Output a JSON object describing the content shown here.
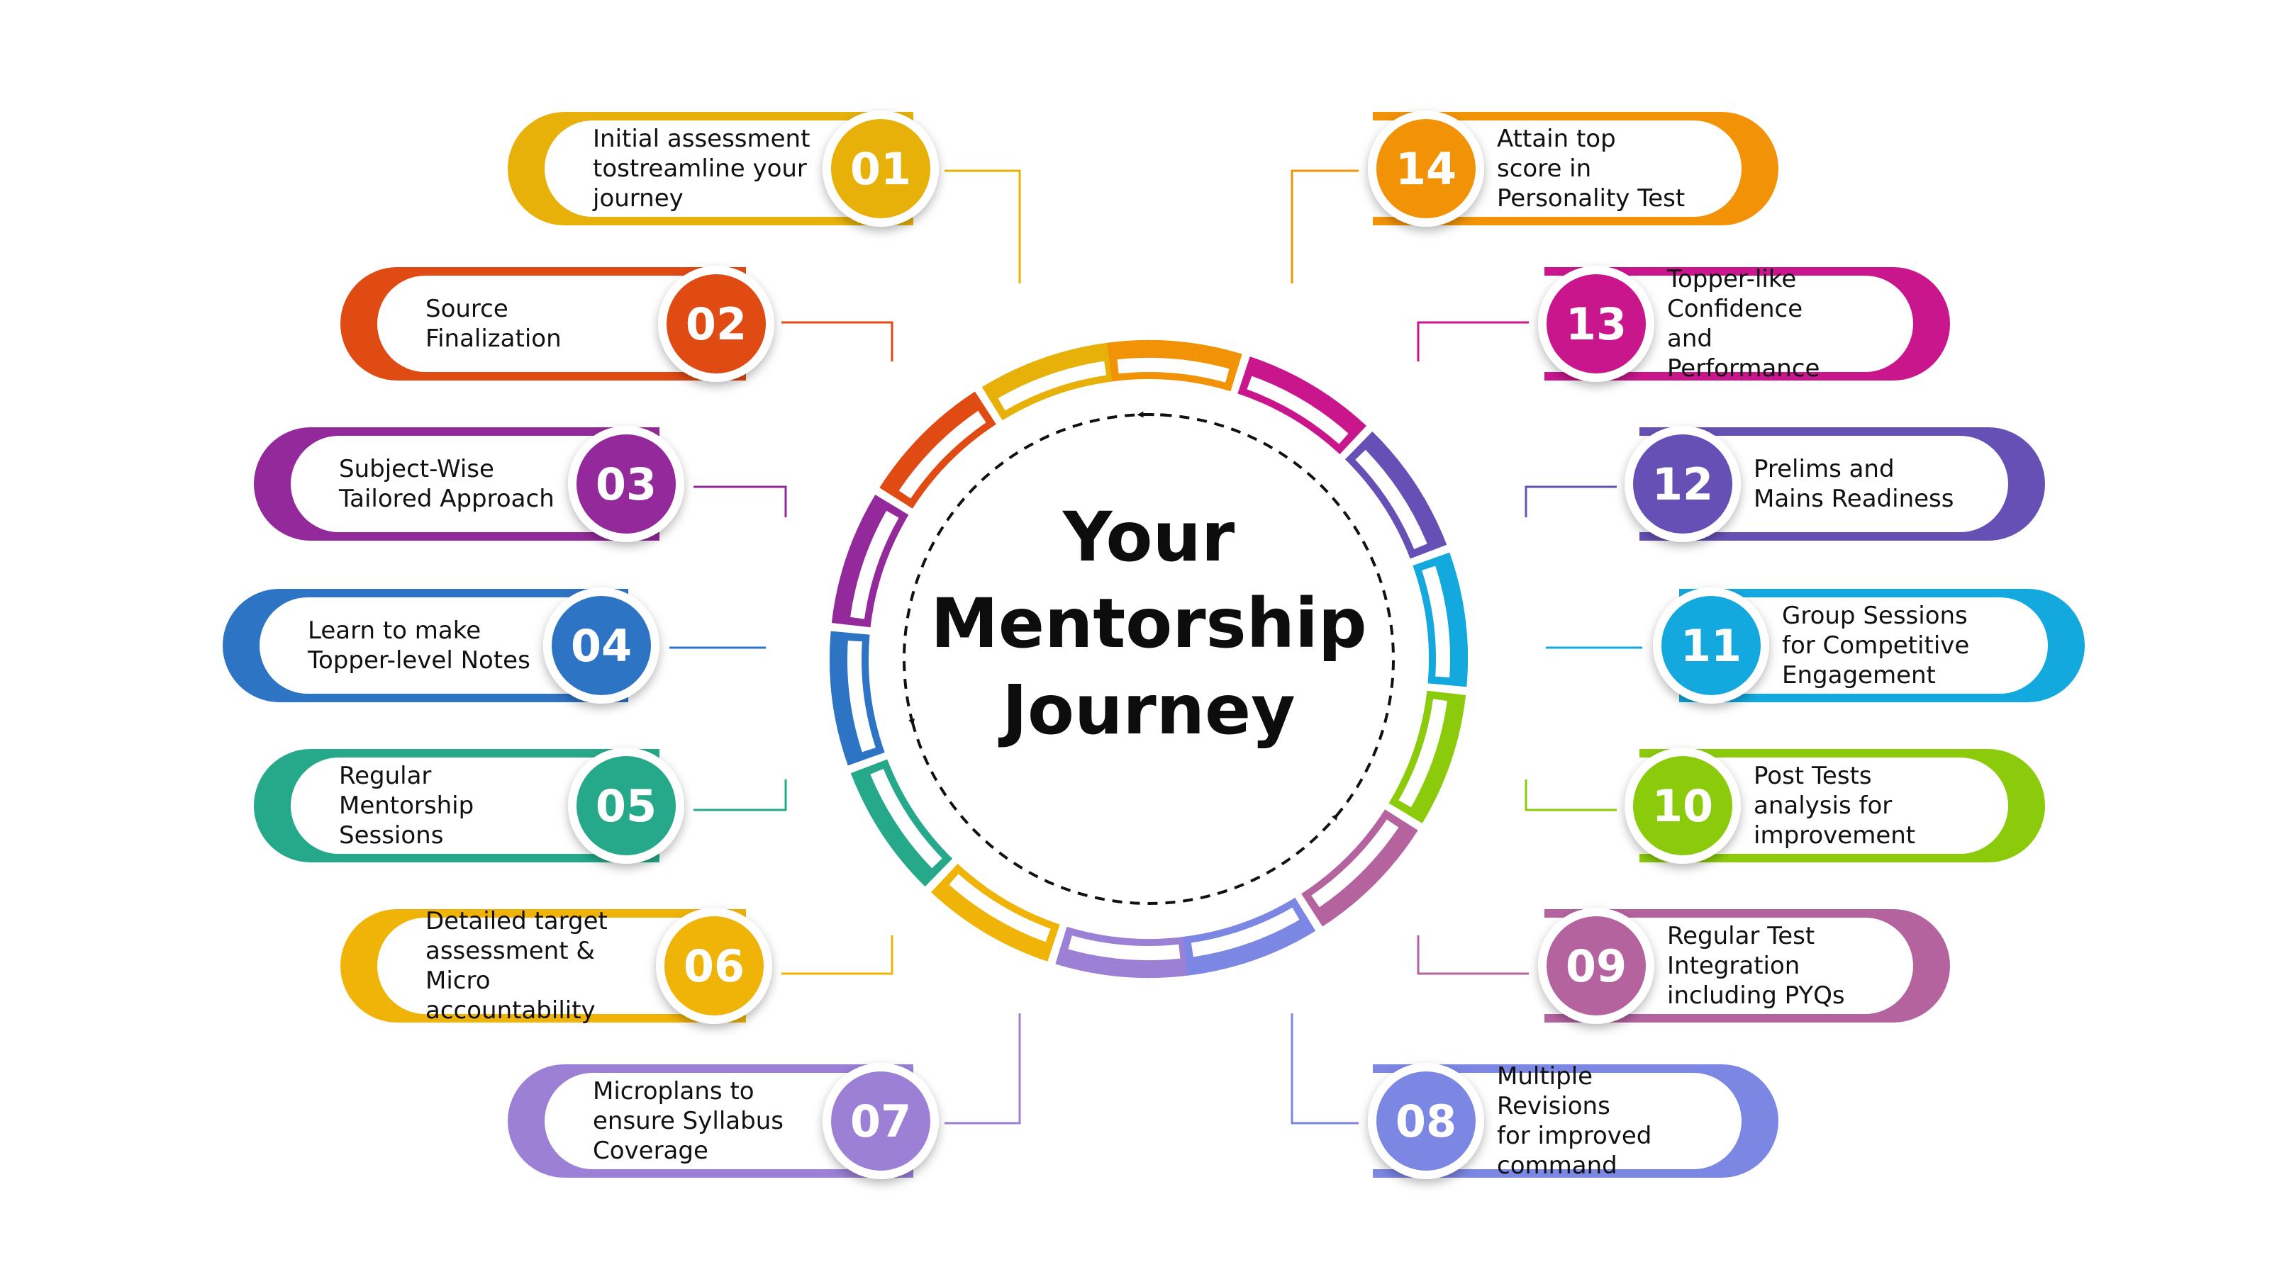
{
  "title": "Your\nMentorship\nJourney",
  "steps": [
    {
      "number": "01",
      "label": "Initial assessment\ntostreamline your\njourney",
      "color": "#E7B10A",
      "color_dark": "#D39B00",
      "side": "left"
    },
    {
      "number": "02",
      "label": "Source\nFinalization",
      "color": "#E04A13",
      "color_dark": "#C63B0A",
      "side": "left"
    },
    {
      "number": "03",
      "label": "Subject-Wise\nTailored Approach",
      "color": "#93299A",
      "color_dark": "#7C1E84",
      "side": "left"
    },
    {
      "number": "04",
      "label": "Learn to make\nTopper-level Notes",
      "color": "#2E74C4",
      "color_dark": "#2162AE",
      "side": "left"
    },
    {
      "number": "05",
      "label": "Regular\nMentorship\nSessions",
      "color": "#26A98B",
      "color_dark": "#1B8F74",
      "side": "left"
    },
    {
      "number": "06",
      "label": "Detailed target\nassessment &\nMicro accountability",
      "color": "#F0B307",
      "color_dark": "#DB9F00",
      "side": "left"
    },
    {
      "number": "07",
      "label": "Microplans to\nensure Syllabus\nCoverage",
      "color": "#9B80D6",
      "color_dark": "#8468C6",
      "side": "left"
    },
    {
      "number": "08",
      "label": "Multiple Revisions\nfor improved\ncommand",
      "color": "#7C86E3",
      "color_dark": "#6770D4",
      "side": "right"
    },
    {
      "number": "09",
      "label": "Regular Test\nIntegration\nincluding PYQs",
      "color": "#B4639F",
      "color_dark": "#9E4F8A",
      "side": "right"
    },
    {
      "number": "10",
      "label": "Post Tests\nanalysis for\nimprovement",
      "color": "#8CCB0C",
      "color_dark": "#77B400",
      "side": "right"
    },
    {
      "number": "11",
      "label": "Group Sessions\nfor Competitive\nEngagement",
      "color": "#14A9DE",
      "color_dark": "#0B94C7",
      "side": "right"
    },
    {
      "number": "12",
      "label": "Prelims and\nMains Readiness",
      "color": "#6650B5",
      "color_dark": "#553FA3",
      "side": "right"
    },
    {
      "number": "13",
      "label": "Topper-like\nConfidence\nand Performance",
      "color": "#C9168D",
      "color_dark": "#B00C78",
      "side": "right"
    },
    {
      "number": "14",
      "label": "Attain top\nscore in\nPersonality Test",
      "color": "#F29307",
      "color_dark": "#DC8000",
      "side": "right"
    }
  ]
}
